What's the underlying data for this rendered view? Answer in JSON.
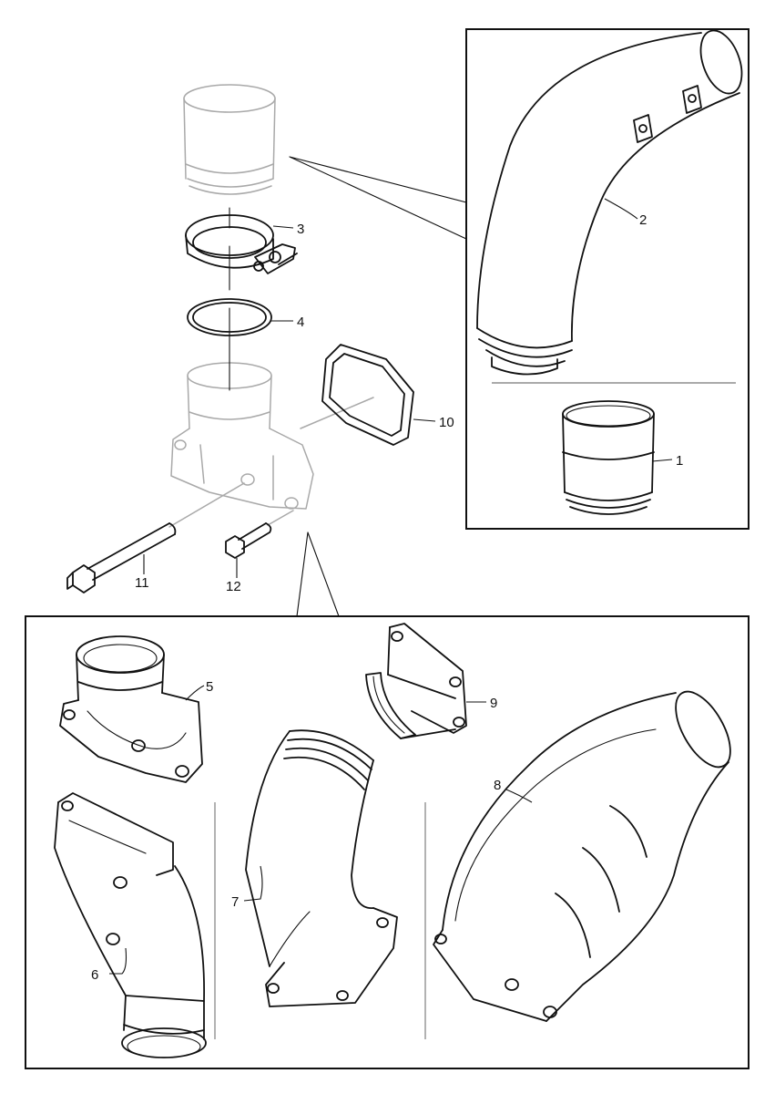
{
  "callouts": [
    {
      "id": "1",
      "text": "1"
    },
    {
      "id": "2",
      "text": "2"
    },
    {
      "id": "3",
      "text": "3"
    },
    {
      "id": "4",
      "text": "4"
    },
    {
      "id": "5",
      "text": "5"
    },
    {
      "id": "6",
      "text": "6"
    },
    {
      "id": "7",
      "text": "7"
    },
    {
      "id": "8",
      "text": "8"
    },
    {
      "id": "9",
      "text": "9"
    },
    {
      "id": "10",
      "text": "10"
    },
    {
      "id": "11",
      "text": "11"
    },
    {
      "id": "12",
      "text": "12"
    }
  ],
  "colors": {
    "ink": "#111111",
    "ghost_lines": "#a9a9a9",
    "background": "#ffffff"
  }
}
